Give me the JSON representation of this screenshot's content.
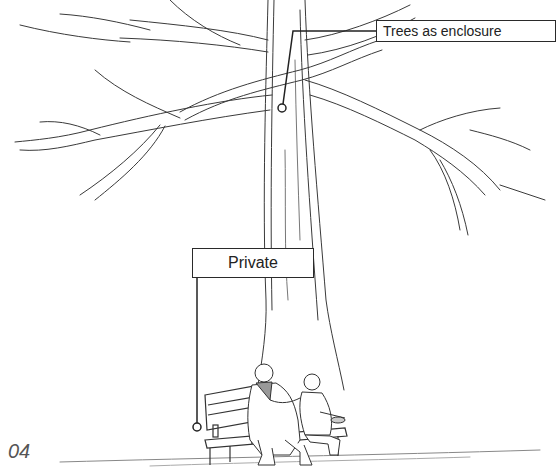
{
  "diagram": {
    "nodes": [
      {
        "text": [
          "Trees as enclosure"
        ]
      },
      {
        "text": [
          "Private"
        ]
      }
    ],
    "labels": [
      "04"
    ]
  }
}
